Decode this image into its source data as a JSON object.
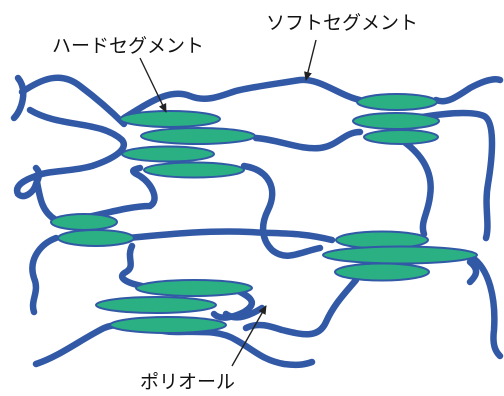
{
  "labels": {
    "hard_segment": "ハードセグメント",
    "soft_segment": "ソフトセグメント",
    "polyol": "ポリオール"
  },
  "colors": {
    "chain": "#3259a6",
    "segment_fill": "#2bb083",
    "segment_stroke": "#3259a6",
    "arrow": "#222222"
  }
}
